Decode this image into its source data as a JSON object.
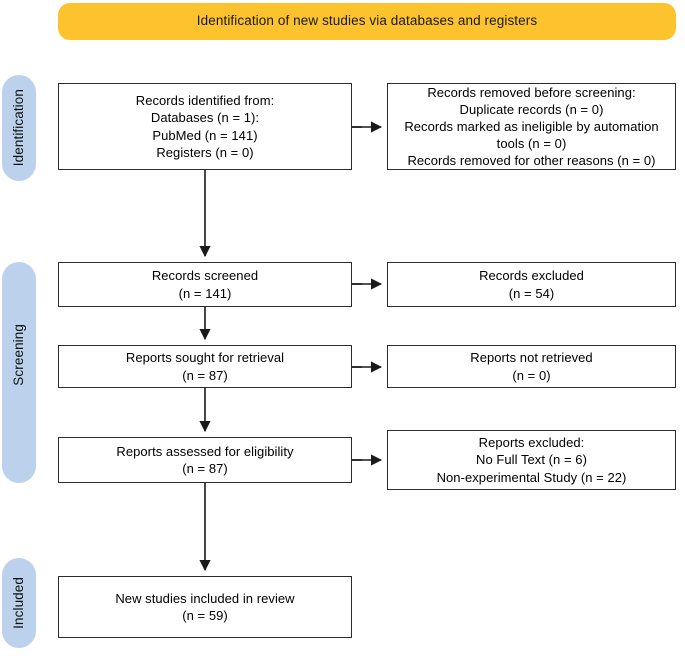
{
  "banner": {
    "title": "Identification of new studies via databases and registers",
    "color": "#FDC32E"
  },
  "phases": {
    "color": "#BCD2EC",
    "items": [
      {
        "id": "identification",
        "label": "Identification"
      },
      {
        "id": "screening",
        "label": "Screening"
      },
      {
        "id": "included",
        "label": "Included"
      }
    ]
  },
  "nodes": {
    "identified": {
      "text": "Records identified from:\nDatabases (n = 1):\nPubMed (n = 141)\nRegisters (n = 0)"
    },
    "removed": {
      "text": "Records removed before screening:\nDuplicate records (n = 0)\nRecords marked as ineligible by automation tools (n = 0)\nRecords removed for other reasons (n = 0)"
    },
    "screened": {
      "text": "Records screened\n(n = 141)"
    },
    "excluded": {
      "text": "Records excluded\n(n = 54)"
    },
    "sought": {
      "text": "Reports sought for retrieval\n(n = 87)"
    },
    "not_retrieved": {
      "text": "Reports not retrieved\n(n = 0)"
    },
    "assessed": {
      "text": "Reports assessed for eligibility\n(n = 87)"
    },
    "reports_excluded": {
      "text": "Reports excluded:\nNo Full Text (n = 6)\nNon-experimental Study (n = 22)"
    },
    "included": {
      "text": "New studies included in review\n(n = 59)"
    }
  },
  "chart_data": {
    "type": "diagram",
    "title": "Identification of new studies via databases and registers",
    "diagram_kind": "PRISMA 2020 flow diagram",
    "phases": [
      "Identification",
      "Screening",
      "Included"
    ],
    "stages": [
      {
        "phase": "Identification",
        "node": "Records identified from",
        "values": [
          {
            "label": "Databases",
            "n": 1
          },
          {
            "label": "PubMed",
            "n": 141
          },
          {
            "label": "Registers",
            "n": 0
          }
        ],
        "exclusion_node": "Records removed before screening",
        "exclusions": [
          {
            "label": "Duplicate records",
            "n": 0
          },
          {
            "label": "Records marked as ineligible by automation tools",
            "n": 0
          },
          {
            "label": "Records removed for other reasons",
            "n": 0
          }
        ]
      },
      {
        "phase": "Screening",
        "node": "Records screened",
        "n": 141,
        "exclusion_node": "Records excluded",
        "exclusions": [
          {
            "label": "Records excluded",
            "n": 54
          }
        ]
      },
      {
        "phase": "Screening",
        "node": "Reports sought for retrieval",
        "n": 87,
        "exclusion_node": "Reports not retrieved",
        "exclusions": [
          {
            "label": "Reports not retrieved",
            "n": 0
          }
        ]
      },
      {
        "phase": "Screening",
        "node": "Reports assessed for eligibility",
        "n": 87,
        "exclusion_node": "Reports excluded",
        "exclusions": [
          {
            "label": "No Full Text",
            "n": 6
          },
          {
            "label": "Non-experimental Study",
            "n": 22
          }
        ]
      },
      {
        "phase": "Included",
        "node": "New studies included in review",
        "n": 59
      }
    ]
  }
}
